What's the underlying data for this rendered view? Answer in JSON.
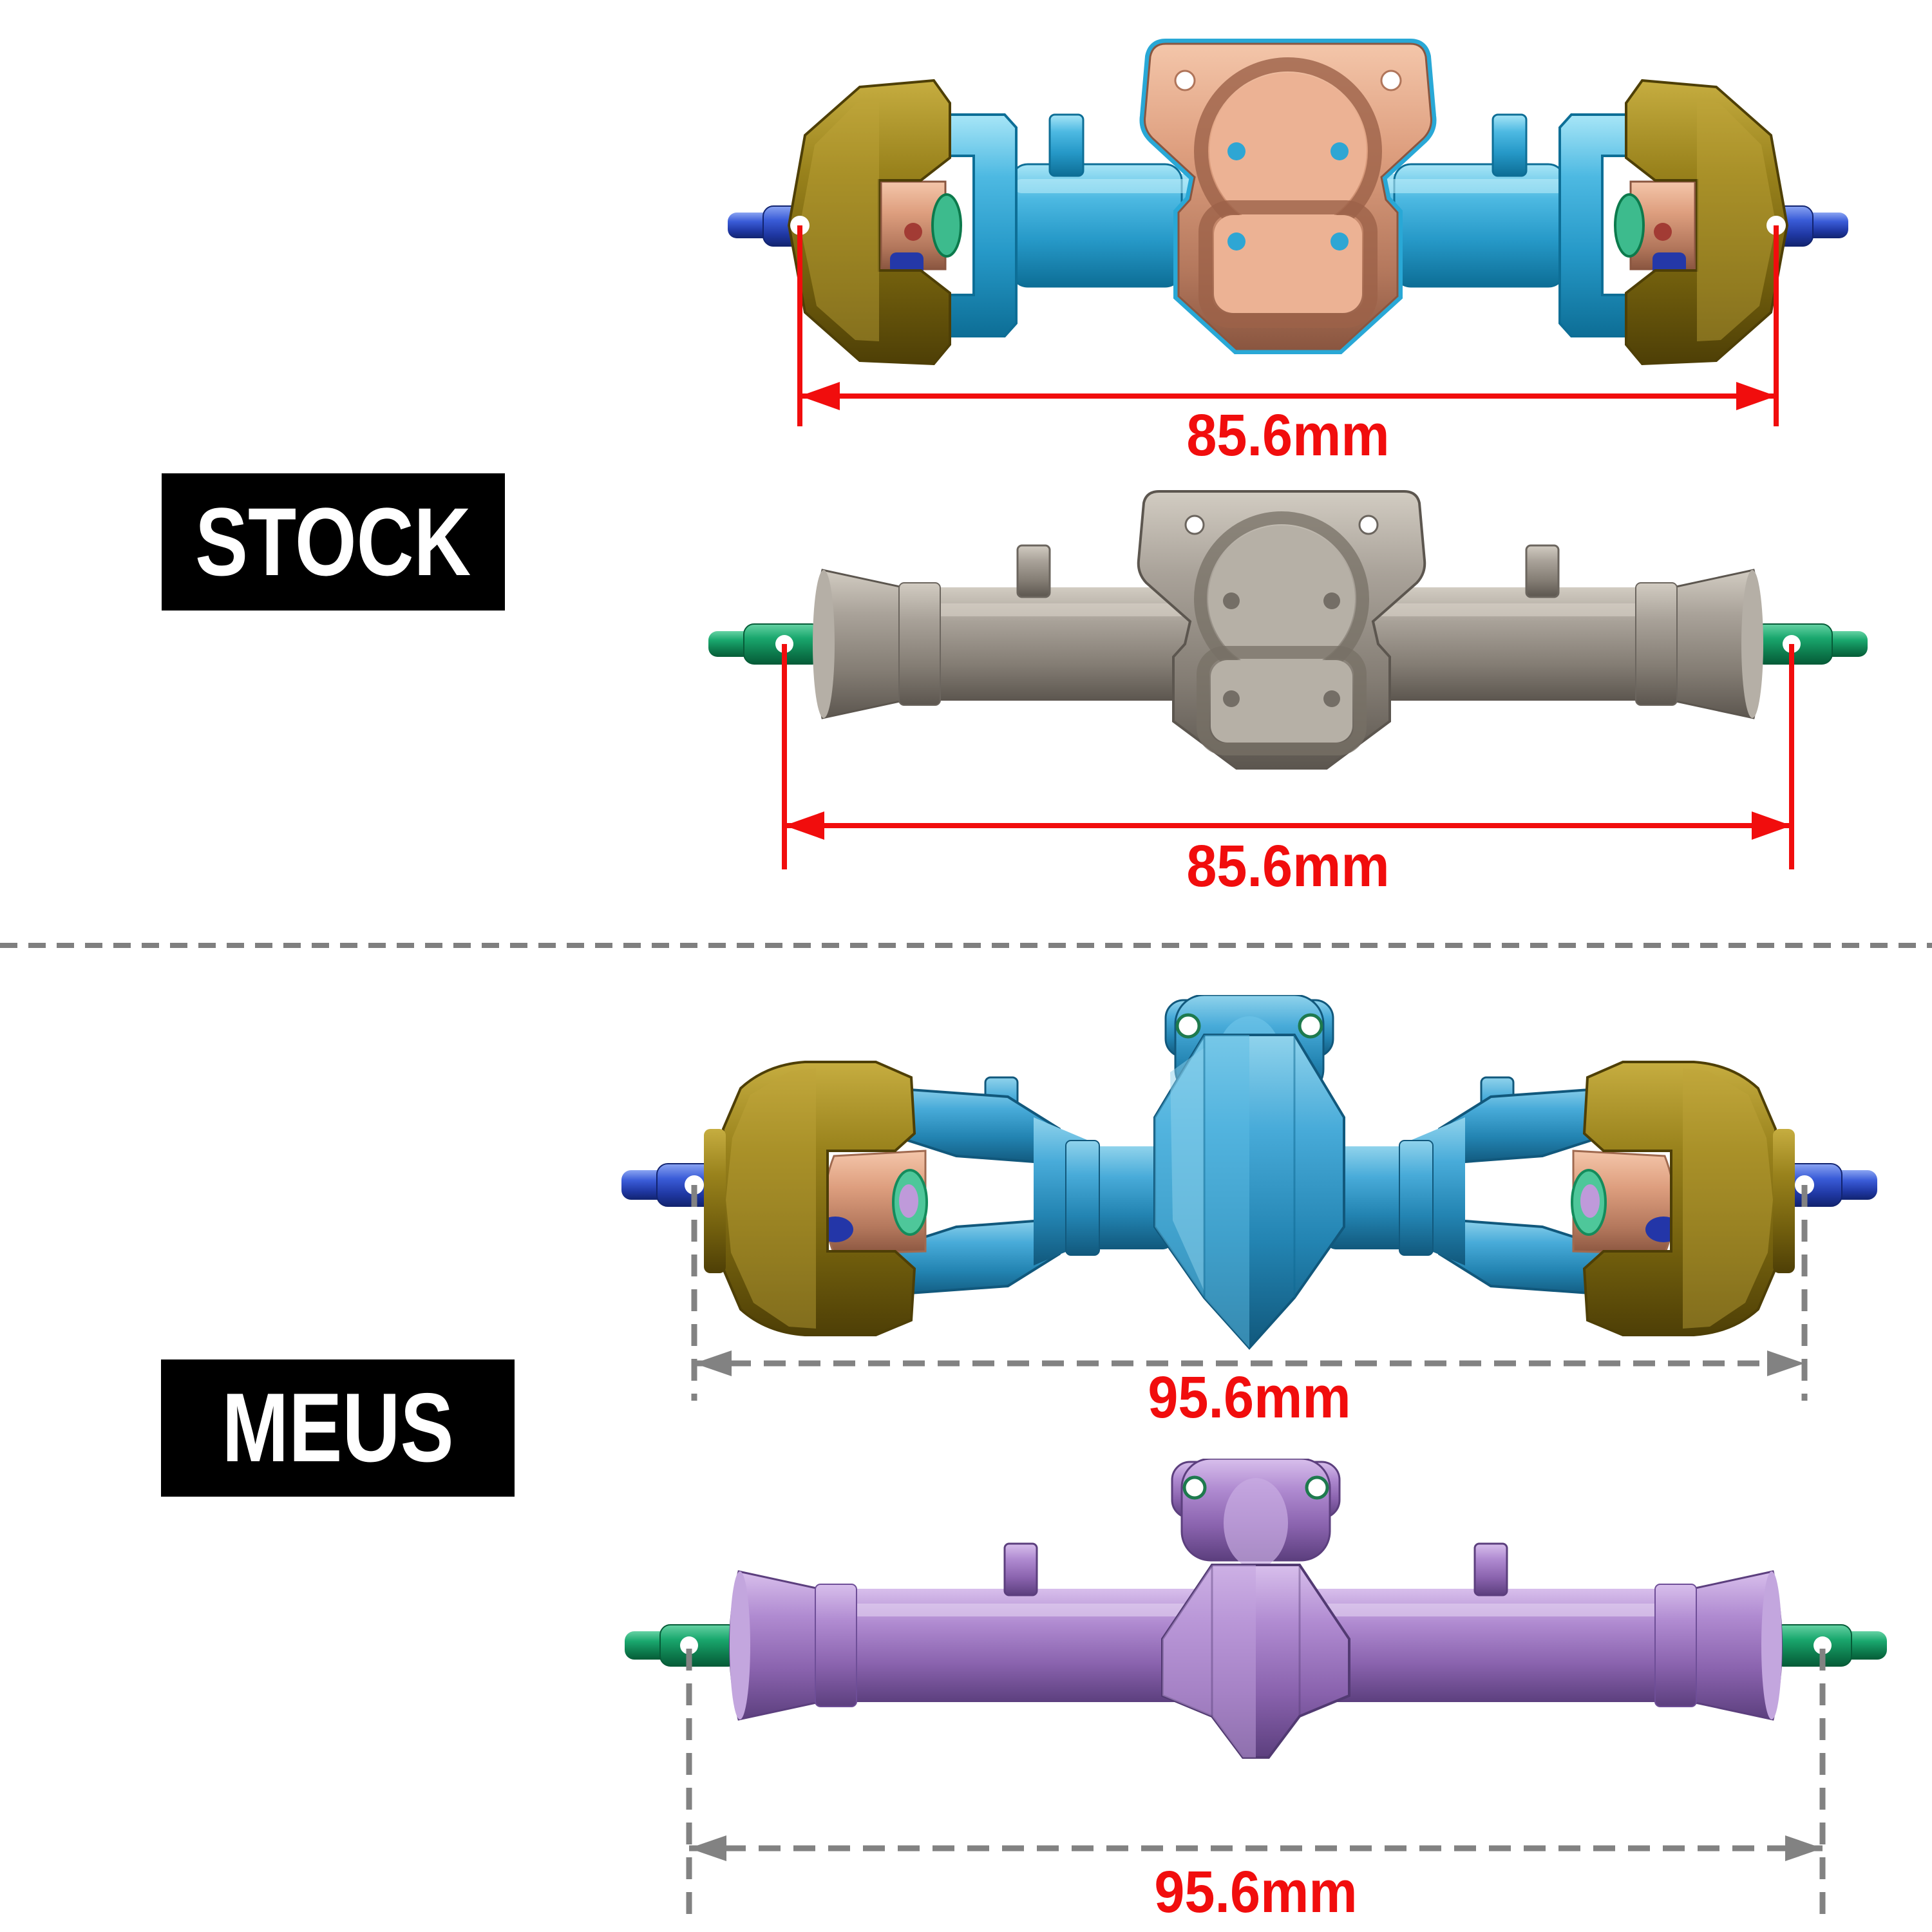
{
  "sections": [
    {
      "id": "stock",
      "label": "STOCK",
      "axles": [
        {
          "name": "front-portal-axle",
          "dimension": "85.6mm"
        },
        {
          "name": "rear-straight-axle",
          "dimension": "85.6mm"
        }
      ]
    },
    {
      "id": "meus",
      "label": "MEUS",
      "axles": [
        {
          "name": "front-portal-axle",
          "dimension": "95.6mm"
        },
        {
          "name": "rear-straight-axle",
          "dimension": "95.6mm"
        }
      ]
    }
  ],
  "colors": {
    "background": "#ffffff",
    "dimension_red": "#f10d0d",
    "dimension_gray": "#828282",
    "divider_gray": "#7f7f7f",
    "label_background": "#000000",
    "label_text": "#ffffff",
    "stock_front_housing_cyan": "#45b5e0",
    "stock_diff_cover_copper": "#dd9e7e",
    "stock_rear_housing_gray": "#a8a198",
    "meus_front_housing_blue": "#48abd9",
    "meus_rear_housing_purple": "#b08bd1",
    "knuckle_gold": "#99821c",
    "shaft_blue": "#3a5cd8",
    "shaft_green": "#1aa86e",
    "hole_ring_green": "#1e7a4e"
  }
}
